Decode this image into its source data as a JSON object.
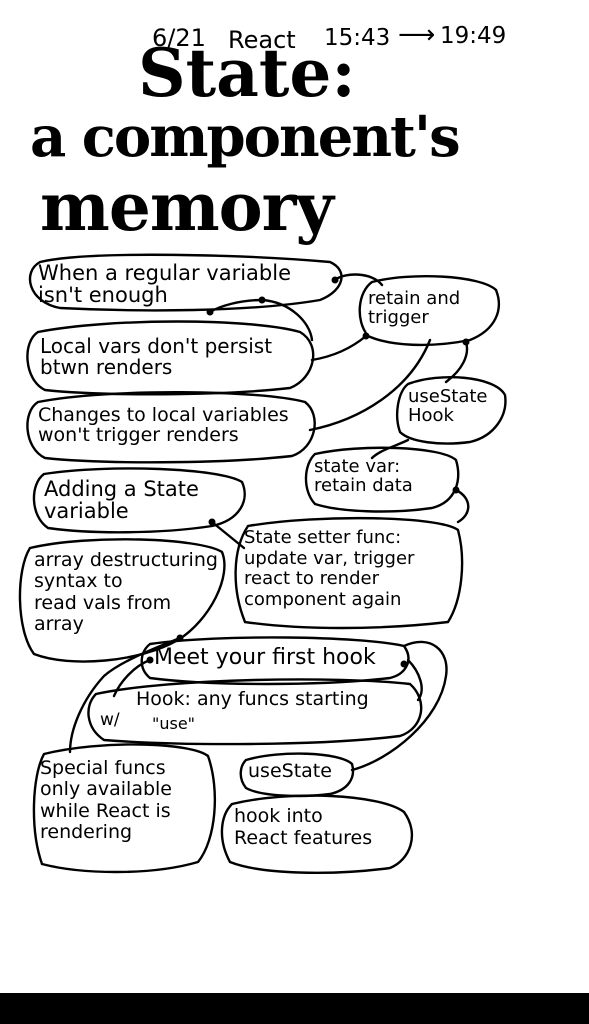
{
  "header": {
    "date": "6/21",
    "topic": "React",
    "time_start": "15:43",
    "time_end": "19:49"
  },
  "title": {
    "line1": "State:",
    "line2": "a component's",
    "line3": "memory"
  },
  "notes": {
    "regular_variable": "When a regular variable\nisn't enough",
    "local_vars": "Local vars don't persist\nbtwn renders",
    "changes_local": "Changes to local variables\nwon't trigger renders",
    "retain_trigger": "retain and\ntrigger",
    "usestate_hook": "useState\nHook",
    "state_var": "state var:\nretain data",
    "adding_state": "Adding a State\nvariable",
    "state_setter": "State setter func:\nupdate var, trigger\nreact to render\ncomponent again",
    "array_destructuring": "array destructuring\nsyntax to\nread vals from\narray",
    "meet_hook": "Meet your first hook",
    "hook_def": "Hook: any funcs starting",
    "hook_def_w": "w/",
    "hook_def_use": "\"use\"",
    "special_funcs": "Special funcs\nonly available\nwhile React is\nrendering",
    "usestate": "useState",
    "hook_into": "hook into\nReact features"
  }
}
